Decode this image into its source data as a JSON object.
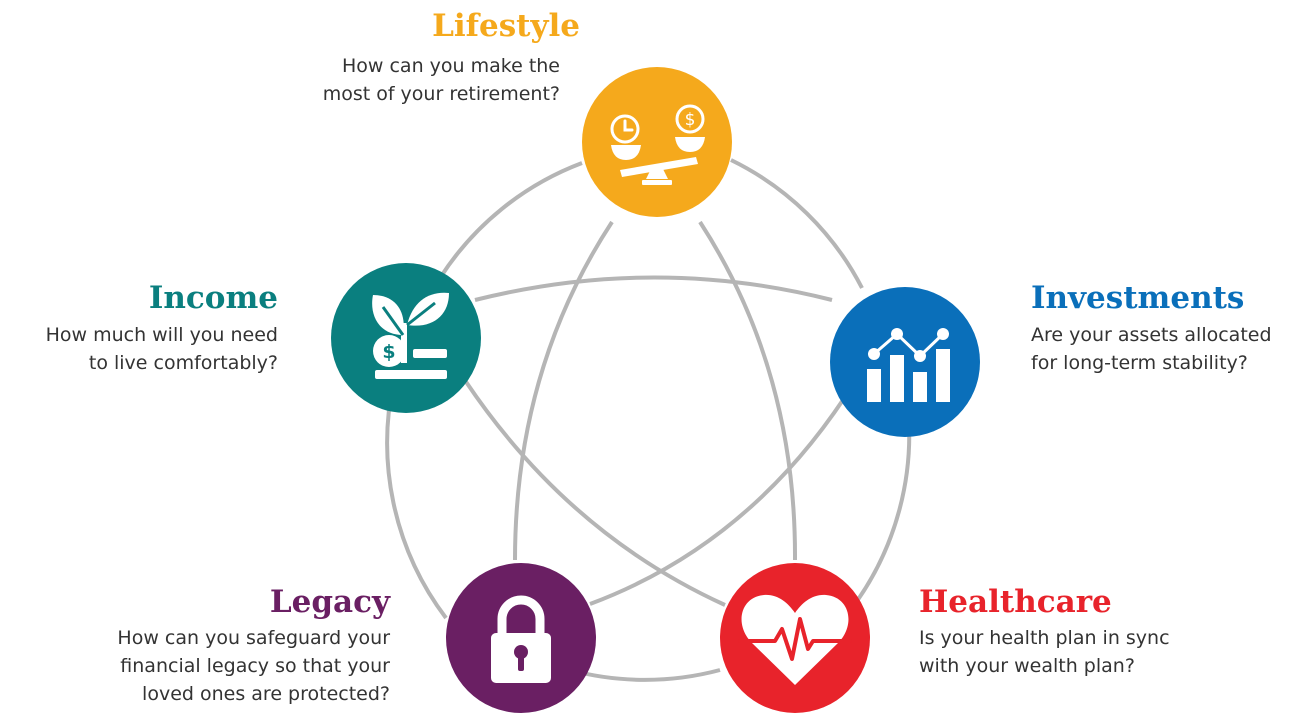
{
  "colors": {
    "connector": "#b5b5b5",
    "lifestyle": "#f5a91c",
    "investments": "#0a6fba",
    "healthcare": "#e8232b",
    "legacy": "#6a1f63",
    "income": "#0a7f7f",
    "text": "#333333"
  },
  "nodes": {
    "lifestyle": {
      "title": "Lifestyle",
      "desc_line1": "How can you make the",
      "desc_line2": "most of your retirement?",
      "icon": "balance-scale-icon"
    },
    "investments": {
      "title": "Investments",
      "desc_line1": "Are your assets allocated",
      "desc_line2": "for long-term stability?",
      "icon": "bar-chart-icon"
    },
    "healthcare": {
      "title": "Healthcare",
      "desc_line1": "Is your health plan in sync",
      "desc_line2": "with your wealth plan?",
      "icon": "heartbeat-icon"
    },
    "legacy": {
      "title": "Legacy",
      "desc_line1": "How can you safeguard your",
      "desc_line2": "financial legacy so that your",
      "desc_line3": "loved ones are protected?",
      "icon": "padlock-icon"
    },
    "income": {
      "title": "Income",
      "desc_line1": "How much will you need",
      "desc_line2": "to live comfortably?",
      "icon": "money-plant-icon"
    }
  }
}
